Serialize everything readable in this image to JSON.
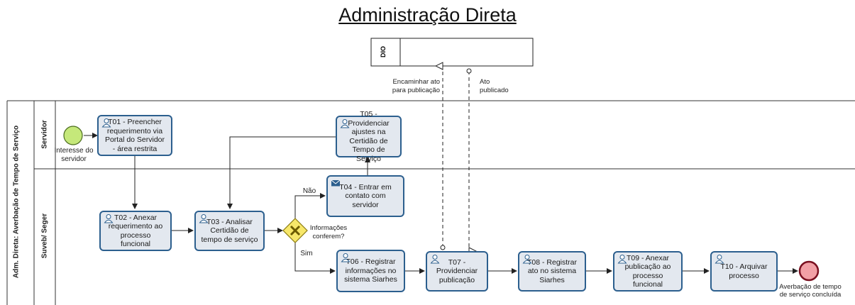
{
  "title": "Administração Direta",
  "pool": {
    "name": "Adm. Direta: Averbação de Tempo de Serviço",
    "lanes": [
      "Servidor",
      "Suveb/ Seger"
    ]
  },
  "external_pool": {
    "name": "DIO"
  },
  "events": {
    "start": "Interesse do servidor",
    "end": "Averbação de tempo de serviço concluída"
  },
  "gateway": {
    "label": "Informações conferem?",
    "no": "Não",
    "yes": "Sim"
  },
  "messages": {
    "send": "Encaminhar ato para publicação",
    "receive": "Ato publicado"
  },
  "tasks": {
    "t01": "T01 - Preencher requerimento via Portal do Servidor - área restrita",
    "t02": "T02 - Anexar requerimento ao processo funcional",
    "t03": "T03 - Analisar Certidão de tempo de serviço",
    "t04": "T04 - Entrar em contato com servidor",
    "t05": "T05 - Providenciar ajustes na Certidão de Tempo de Serviço",
    "t06": "T06 - Registrar informações no sistema Siarhes",
    "t07": "T07 - Providenciar publicação",
    "t08": "T08 - Registrar ato no sistema Siarhes",
    "t09": "T09 - Anexar publicação ao processo funcional",
    "t10": "T10 - Arquivar processo"
  },
  "colors": {
    "task_fill": "#e3e8ef",
    "task_border": "#2c5f8e",
    "start_fill": "#c5e87a",
    "end_fill": "#f2a0a6",
    "gateway_fill": "#f7e76a"
  },
  "icons": {
    "user_task": "user-icon",
    "send_task": "envelope-icon",
    "gateway": "exclusive-gateway-icon"
  }
}
